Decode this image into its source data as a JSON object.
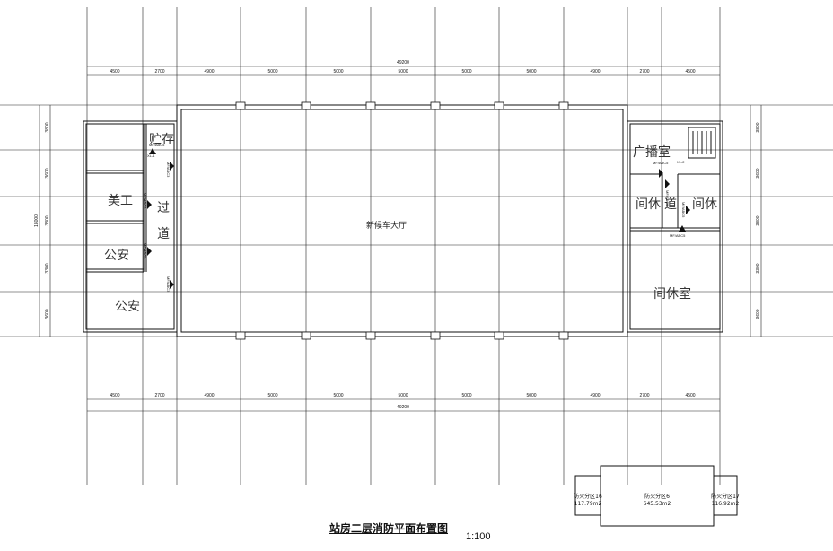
{
  "drawing": {
    "title": "站房二层消防平面布置图",
    "scale": "1:100",
    "top_dims": [
      "4500",
      "2700",
      "4900",
      "5000",
      "5000",
      "5000",
      "5000",
      "5000",
      "4900",
      "2700",
      "4500"
    ],
    "top_total": "49200",
    "bottom_dims": [
      "4500",
      "2700",
      "4900",
      "5000",
      "5000",
      "5000",
      "5000",
      "5000",
      "4900",
      "2700",
      "4500"
    ],
    "bottom_total": "49200",
    "left_dims": [
      "3800",
      "3600",
      "3800",
      "3300",
      "3600"
    ],
    "left_total": "18000",
    "right_dims": [
      "3800",
      "3600",
      "3800",
      "3300",
      "3600"
    ],
    "rooms": {
      "storage": "贮存",
      "art": "美工",
      "corridor_left_1": "过",
      "corridor_left_2": "道",
      "police_1": "公安",
      "police_2": "公安",
      "waiting_hall": "新候车大厅",
      "broadcast": "广播室",
      "rest_small_left": "间休",
      "corridor_right": "道",
      "rest_small_right": "间休",
      "rest_room": "间休室"
    },
    "extinguishers": {
      "e1": "MF/ABC5",
      "e2": "MF/ABC3",
      "e3": "MF/ABC3",
      "e4": "MF/ABC5",
      "e5": "MF/ABC3",
      "e6": "MF/ABC5",
      "e7": "MF/ABC5",
      "e8": "MF/ABC5",
      "e9": "MF/ABC5",
      "mark_left": "XL-1",
      "mark_right": "XL-2"
    },
    "legend": {
      "zone_left_name": "防火分区16",
      "zone_left_area": "117.79m2",
      "zone_center_name": "防火分区6",
      "zone_center_area": "645.53m2",
      "zone_right_name": "防火分区17",
      "zone_right_area": "116.92m2"
    }
  }
}
